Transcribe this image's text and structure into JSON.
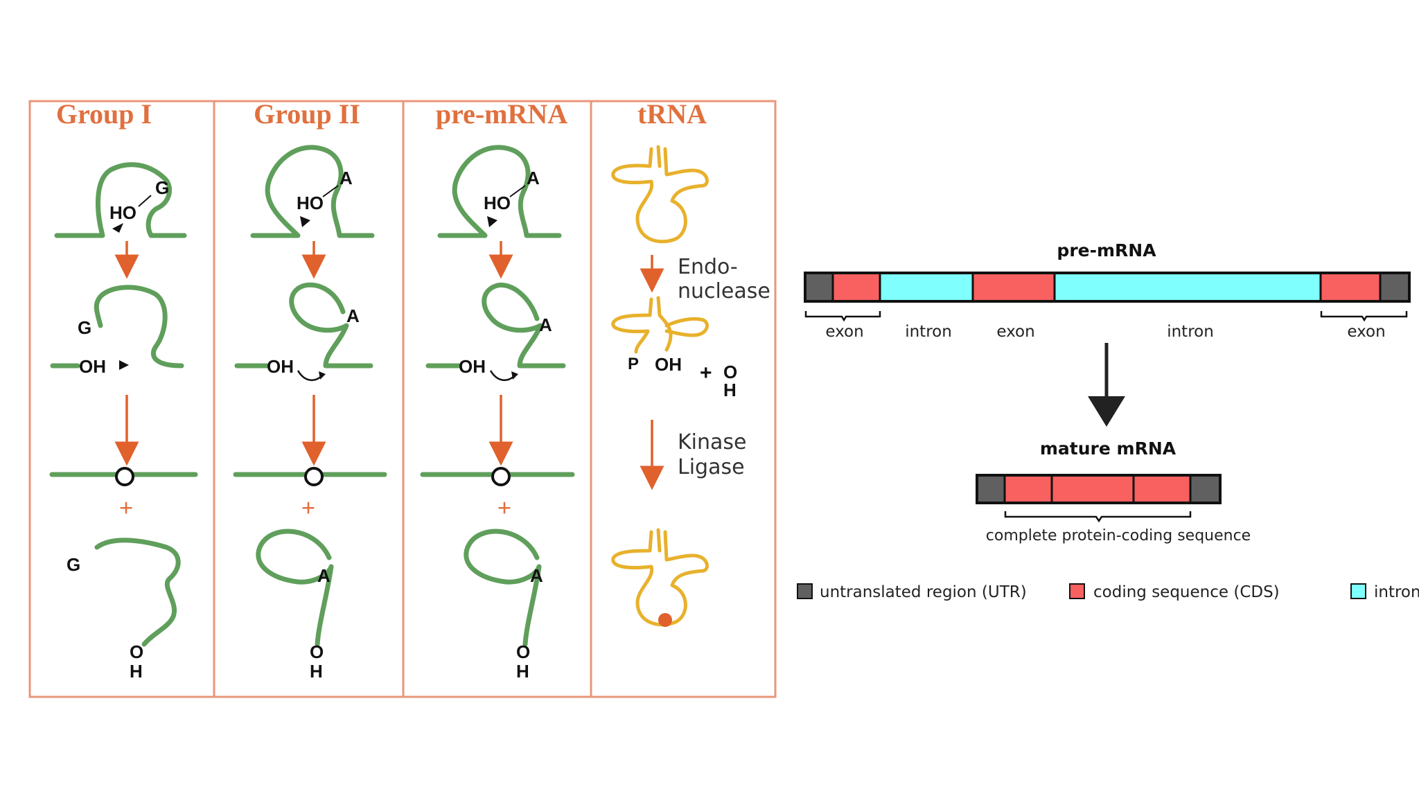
{
  "splicing_panel": {
    "columns": [
      {
        "title": "Group I"
      },
      {
        "title": "Group II"
      },
      {
        "title": "pre-mRNA"
      },
      {
        "title": "tRNA"
      }
    ],
    "group1": {
      "g": "G",
      "ho": "HO",
      "g2": "G",
      "oh": "OH",
      "o": "O",
      "plus": "+",
      "g3": "G",
      "o2": "O",
      "h": "H"
    },
    "group2": {
      "a": "A",
      "ho": "HO",
      "a2": "A",
      "oh": "OH",
      "o": "O",
      "plus": "+",
      "a3": "A",
      "o2": "O",
      "h": "H"
    },
    "premrna": {
      "a": "A",
      "ho": "HO",
      "a2": "A",
      "oh": "OH",
      "o": "O",
      "plus": "+",
      "a3": "A",
      "o2": "O",
      "h": "H"
    },
    "trna": {
      "endo1": "Endo-",
      "endo2": "nuclease",
      "p": "P",
      "oh": "OH",
      "plus": "+",
      "o": "O",
      "h": "H",
      "kinase": "Kinase",
      "ligase": "Ligase"
    },
    "colors": {
      "rna": "#5f9f5b",
      "trna": "#e8b12c",
      "accent": "#e0703e",
      "border": "#e8967a"
    }
  },
  "mrna_diagram": {
    "pre_title": "pre-mRNA",
    "pre_labels": [
      "exon",
      "intron",
      "exon",
      "intron",
      "exon"
    ],
    "mature_title": "mature mRNA",
    "mature_label": "complete protein-coding sequence",
    "legend": [
      {
        "label": "untranslated region (UTR)",
        "color": "#606060"
      },
      {
        "label": "coding sequence (CDS)",
        "color": "#f96060"
      },
      {
        "label": "intron",
        "color": "#80ffff"
      }
    ]
  }
}
